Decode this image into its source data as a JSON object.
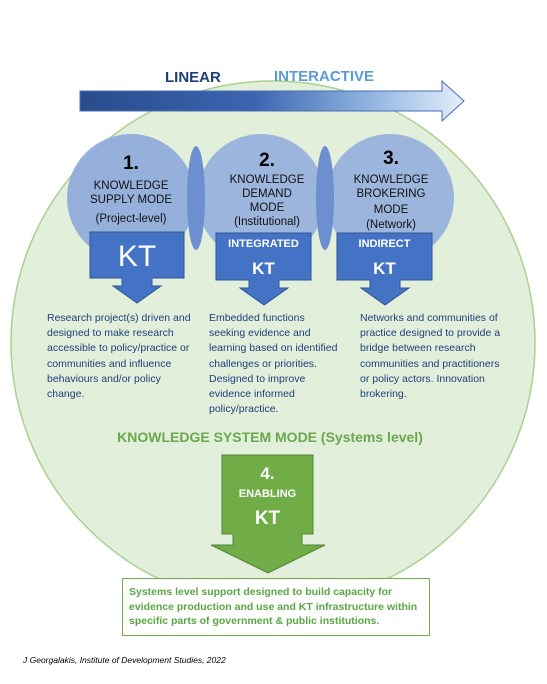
{
  "axis": {
    "linear": "LINEAR",
    "interactive": "INTERACTIVE"
  },
  "colors": {
    "dark_blue": "#1f3f7a",
    "light_blue": "#5b9bd5",
    "mode_circle": "#8faadc",
    "kt_box": "#4472c4",
    "green": "#70ad47",
    "outer_circle": "#e2efda"
  },
  "modes": [
    {
      "number": "1.",
      "title_lines": [
        "KNOWLEDGE",
        "SUPPLY MODE"
      ],
      "level": "(Project-level)",
      "kt_tag": "",
      "kt": "KT",
      "description": "Research project(s) driven and designed to make research accessible to policy/practice or communities and influence behaviours and/or policy change."
    },
    {
      "number": "2.",
      "title_lines": [
        "KNOWLEDGE",
        "DEMAND",
        "MODE"
      ],
      "level": "(Institutional)",
      "kt_tag": "INTEGRATED",
      "kt": "KT",
      "description": "Embedded functions seeking evidence and learning based on identified challenges or priorities. Designed to improve evidence informed policy/practice."
    },
    {
      "number": "3.",
      "title_lines": [
        "KNOWLEDGE",
        "BROKERING",
        "MODE"
      ],
      "level": "(Network)",
      "kt_tag": "INDIRECT",
      "kt": "KT",
      "description": "Networks and communities of practice designed to provide a bridge between research communities and practitioners or policy actors. Innovation brokering."
    }
  ],
  "system": {
    "title": "KNOWLEDGE SYSTEM MODE (Systems level)",
    "number": "4.",
    "label": "ENABLING",
    "kt": "KT",
    "description": "Systems level support designed to build capacity for evidence production and use and KT infrastructure within specific parts of government & public institutions."
  },
  "credit": "J Georgalakis, Institute of Development Studies, 2022"
}
